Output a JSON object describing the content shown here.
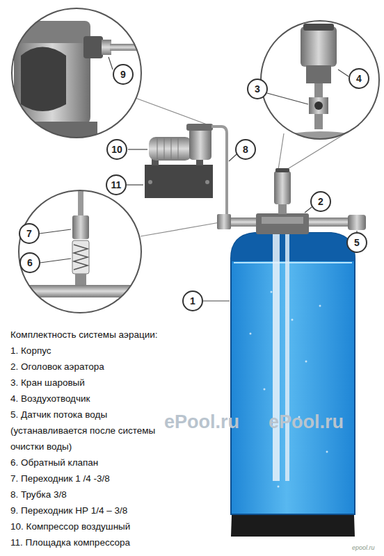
{
  "diagram": {
    "nodes": [
      {
        "text": [
          "9"
        ]
      },
      {
        "text": [
          "4"
        ]
      },
      {
        "text": [
          "3"
        ]
      },
      {
        "text": [
          "10"
        ]
      },
      {
        "text": [
          "8"
        ]
      },
      {
        "text": [
          "11"
        ]
      },
      {
        "text": [
          "2"
        ]
      },
      {
        "text": [
          "7"
        ]
      },
      {
        "text": [
          "5"
        ]
      },
      {
        "text": [
          "6"
        ]
      },
      {
        "text": [
          "1"
        ]
      }
    ],
    "labels": [
      "Комплектность системы аэрации:",
      "1. Корпус",
      "2. Оголовок аэратора",
      "3. Кран шаровый",
      "4. Воздухотводчик",
      "5. Датчик потока воды (устанавливается после системы очистки воды)",
      "6. Обратный клапан",
      "7. Переходник 1 /4 -3/8",
      "8. Трубка 3/8",
      "9. Переходник НР 1/4 – 3/8",
      "10. Компрессор воздушный",
      "11. Площадка компрессора",
      "ePool.ru",
      "ePool.ru",
      "epool.ru"
    ]
  }
}
